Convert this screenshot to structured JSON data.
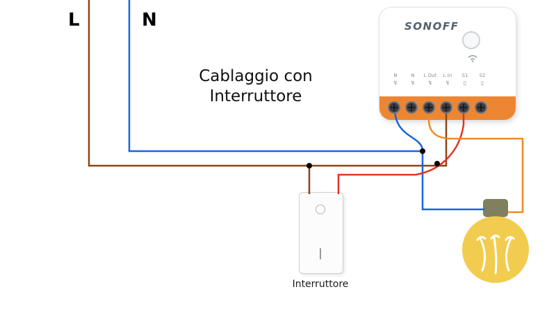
{
  "title": {
    "line1": "Cablaggio con",
    "line2": "Interruttore"
  },
  "mains": {
    "l_label": "L",
    "n_label": "N"
  },
  "device": {
    "brand": "SONOFF",
    "terminals": [
      {
        "label": "N",
        "symbol": "↯"
      },
      {
        "label": "N",
        "symbol": "↯"
      },
      {
        "label": "L Out",
        "symbol": "↯"
      },
      {
        "label": "L In",
        "symbol": "↯"
      },
      {
        "label": "S1",
        "symbol": "▯"
      },
      {
        "label": "S2",
        "symbol": "▯"
      }
    ]
  },
  "switch": {
    "label": "Interruttore"
  },
  "colors": {
    "wire_brown": "#8B4513",
    "wire_blue": "#1565e0",
    "wire_red": "#e23324",
    "wire_orange": "#F08A24",
    "sonoff_orange": "#ED8633",
    "bulb_yellow": "#F2CC4F",
    "bulb_cap": "#80805e",
    "junction_dot": "#000000"
  }
}
